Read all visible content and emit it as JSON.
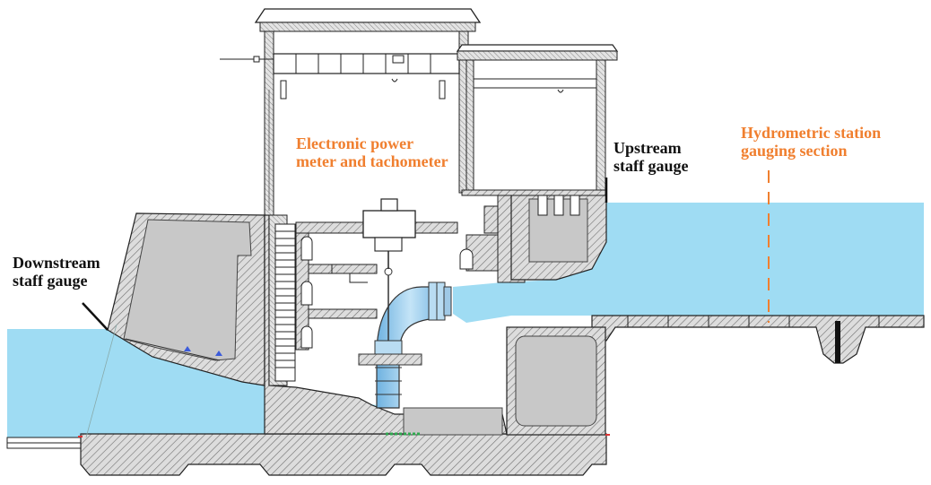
{
  "labels": {
    "power_meter": [
      "Electronic power",
      "meter and tachometer"
    ],
    "upstream_gauge": [
      "Upstream",
      "staff gauge"
    ],
    "downstream_gauge": [
      "Downstream",
      "staff gauge"
    ],
    "hydrometric_station": [
      "Hydrometric station",
      "gauging section"
    ]
  },
  "colors": {
    "water": "#9fdcf3",
    "concrete": "#c8c8c8",
    "hatch": "#6f6f6f",
    "outline": "#222222",
    "accent_label": "#f07f2f",
    "gauging_dash": "#f07f2f",
    "pipe": "#93c7ea"
  }
}
